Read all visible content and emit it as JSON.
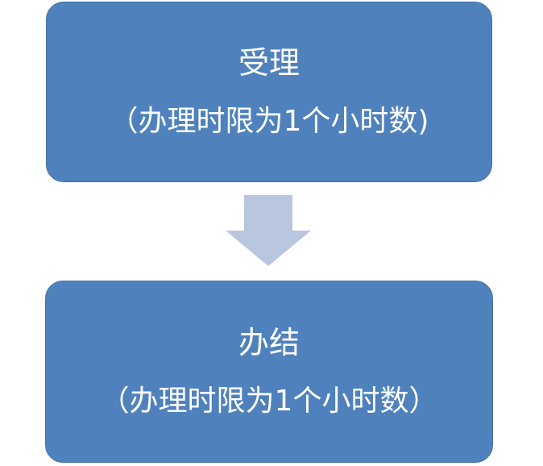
{
  "diagram": {
    "steps": [
      {
        "title": "受理",
        "detail": "（办理时限为1个小时数)"
      },
      {
        "title": "办结",
        "detail": "（办理时限为1个小时数）"
      }
    ],
    "colors": {
      "box_fill": "#4f81bd",
      "box_border": "#46739f",
      "arrow_fill": "#b9c6e0",
      "text": "#ffffff"
    }
  }
}
